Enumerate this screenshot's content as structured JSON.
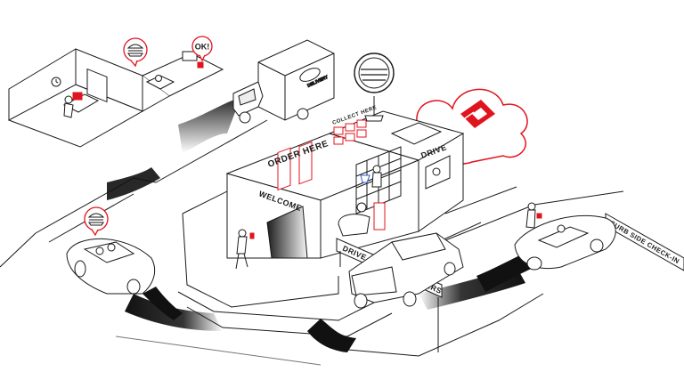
{
  "signs": {
    "order_here": "ORDER HERE",
    "collect_here": "COLLECT HERE",
    "drive": "DRIVE",
    "welcome": "WELCOME",
    "drive_thru_pre_orders": "DRIVE THRU  PRE ORDERS",
    "curbside_check_in": "CURB SIDE CHECK-IN",
    "ok_bubble": "OK!",
    "van_delivery": "DELIVERY"
  },
  "colors": {
    "accent": "#e0141e",
    "ink": "#1a1a1a",
    "road": "#111111",
    "light_stroke": "#555555",
    "blue_accent": "#2a5bd7"
  },
  "icons": [
    "burger-icon",
    "cloud-icon",
    "clock-icon",
    "logo-sign-icon"
  ]
}
